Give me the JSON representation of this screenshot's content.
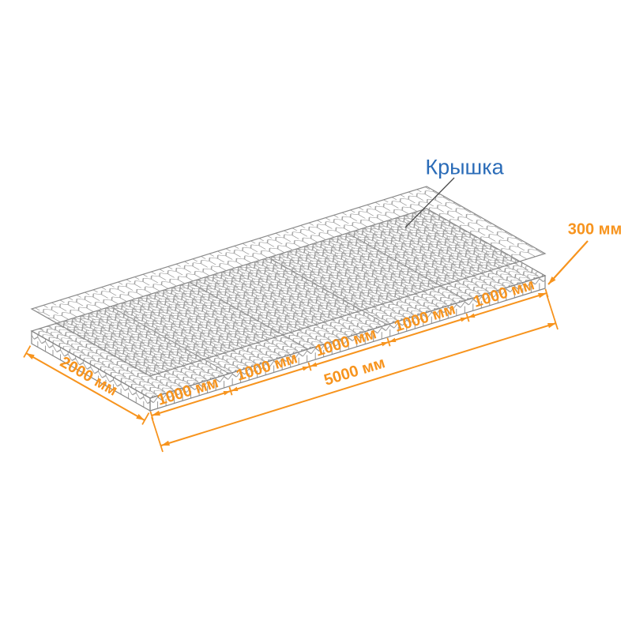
{
  "diagram": {
    "subject": "wire-mesh-gabion-mattress",
    "lid": {
      "label": "Крышка"
    },
    "dimensions": {
      "height": "300 мм",
      "width": "2000 мм",
      "total_length": "5000 мм",
      "cells": [
        "1000 мм",
        "1000 мм",
        "1000 мм",
        "1000 мм",
        "1000 мм"
      ]
    },
    "colors": {
      "dimension": "#F7941E",
      "lid_label_text": "#2B6CB8",
      "mesh": "#9A9A9A",
      "leader": "#4A4A4A"
    }
  }
}
